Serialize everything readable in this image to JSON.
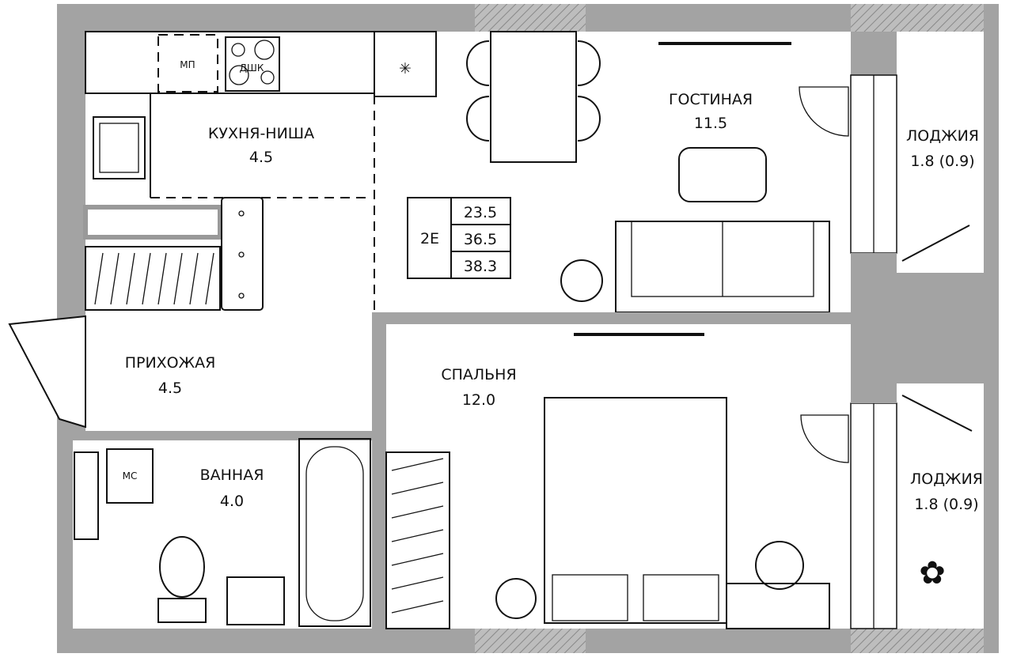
{
  "rooms": {
    "kitchen": {
      "name": "КУХНЯ-НИША",
      "area": "4.5"
    },
    "living": {
      "name": "ГОСТИНАЯ",
      "area": "11.5"
    },
    "hallway": {
      "name": "ПРИХОЖАЯ",
      "area": "4.5"
    },
    "bathroom": {
      "name": "ВАННАЯ",
      "area": "4.0"
    },
    "bedroom": {
      "name": "СПАЛЬНЯ",
      "area": "12.0"
    },
    "loggia1": {
      "name": "ЛОДЖИЯ",
      "area": "1.8 (0.9)"
    },
    "loggia2": {
      "name": "ЛОДЖИЯ",
      "area": "1.8 (0.9)"
    }
  },
  "appliances": {
    "microwave": "МП",
    "oven": "ДШК",
    "washer": "МС"
  },
  "summary": {
    "type": "2Е",
    "living_area": "23.5",
    "total_area": "36.5",
    "total_with_loggia": "38.3"
  },
  "colors": {
    "wall": "#a3a3a3",
    "line": "#111111"
  }
}
